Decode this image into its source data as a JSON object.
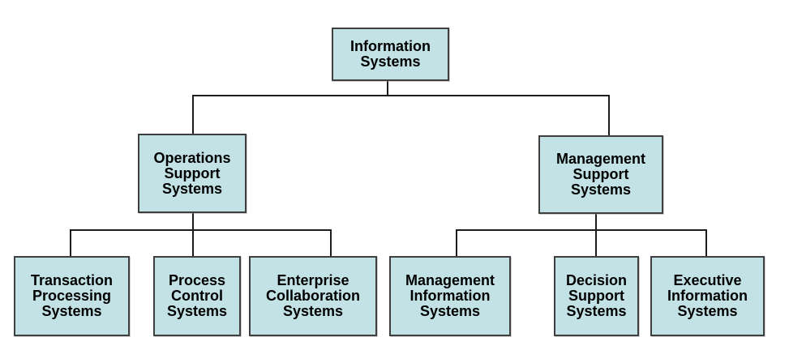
{
  "diagram": {
    "type": "hierarchy-org-chart",
    "root": "Information Systems",
    "edges": [
      [
        "Information Systems",
        "Operations Support Systems"
      ],
      [
        "Information Systems",
        "Management Support Systems"
      ],
      [
        "Operations Support Systems",
        "Transaction Processing Systems"
      ],
      [
        "Operations Support Systems",
        "Process Control Systems"
      ],
      [
        "Operations Support Systems",
        "Enterprise Collaboration Systems"
      ],
      [
        "Management Support Systems",
        "Management Information Systems"
      ],
      [
        "Management Support Systems",
        "Decision Support Systems"
      ],
      [
        "Management Support Systems",
        "Executive Information Systems"
      ]
    ]
  },
  "nodes": {
    "info": {
      "label": "Information\nSystems"
    },
    "oss": {
      "label": "Operations\nSupport\nSystems"
    },
    "mss": {
      "label": "Management\nSupport\nSystems"
    },
    "tps": {
      "label": "Transaction\nProcessing\nSystems"
    },
    "pcs": {
      "label": "Process\nControl\nSystems"
    },
    "ecs": {
      "label": "Enterprise\nCollaboration\nSystems"
    },
    "mis": {
      "label": "Management\nInformation\nSystems"
    },
    "dss": {
      "label": "Decision\nSupport\nSystems"
    },
    "eis": {
      "label": "Executive\nInformation\nSystems"
    }
  },
  "colors": {
    "node_fill": "#c2e2e6",
    "node_border": "#3f3f3f",
    "connector": "#1c1c1c",
    "text": "#000000",
    "background": "#ffffff"
  }
}
